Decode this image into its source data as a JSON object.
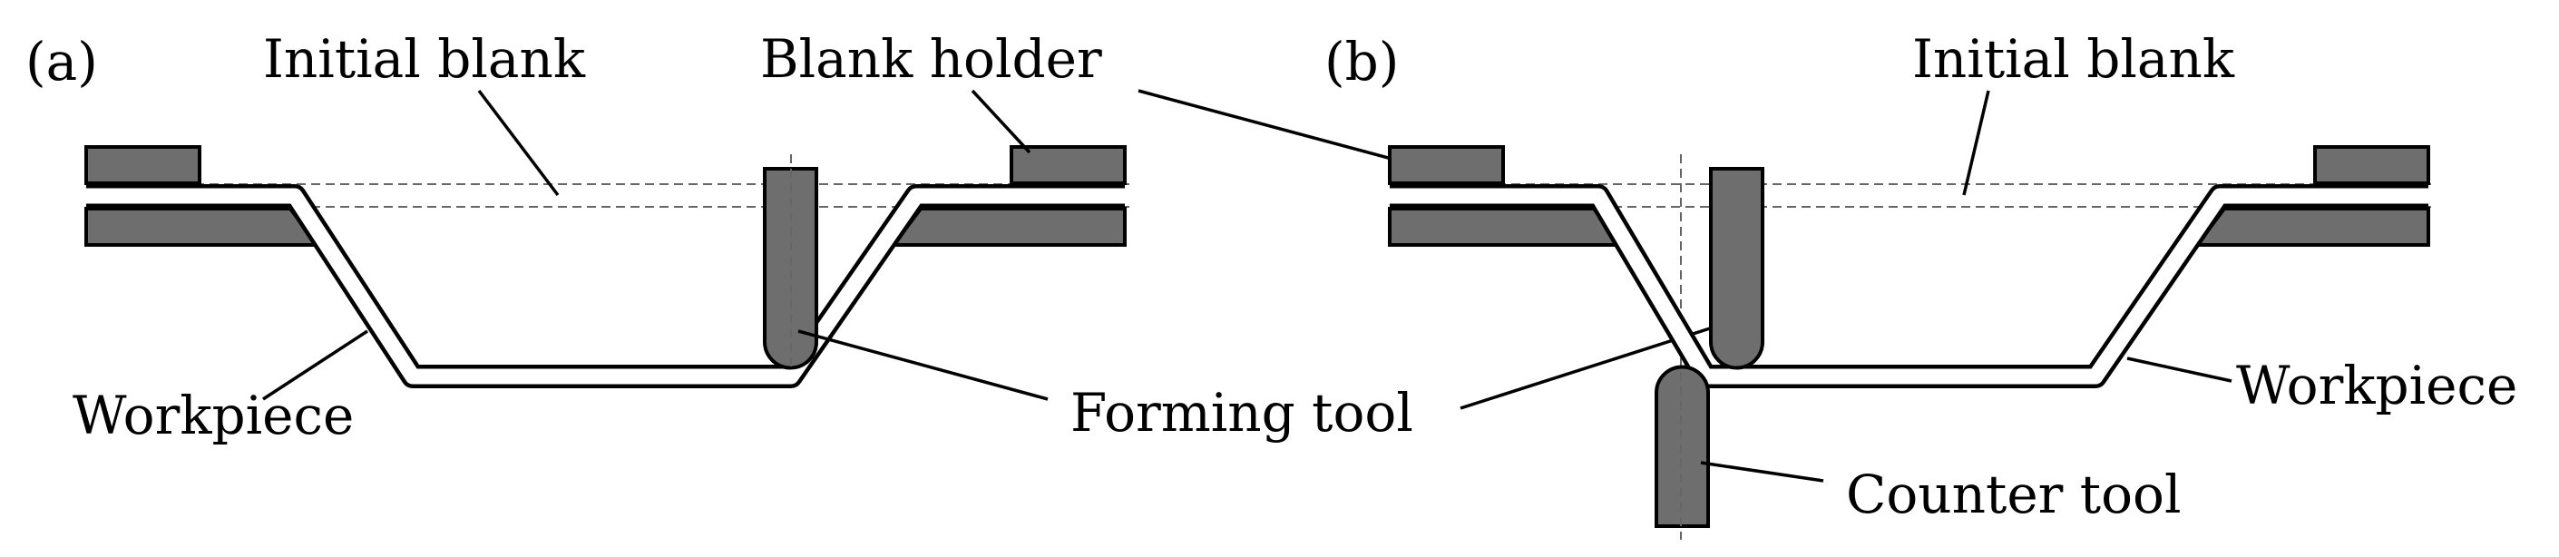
{
  "panel_a": {
    "tag": "(a)",
    "initial_blank": "Initial blank",
    "blank_holder": "Blank holder",
    "workpiece": "Workpiece",
    "forming_tool": "Forming tool"
  },
  "panel_b": {
    "tag": "(b)",
    "initial_blank": "Initial blank",
    "workpiece": "Workpiece",
    "counter_tool": "Counter tool"
  },
  "colors": {
    "tool_fill": "#6e6e6e",
    "outline": "#000000",
    "background": "#ffffff"
  }
}
